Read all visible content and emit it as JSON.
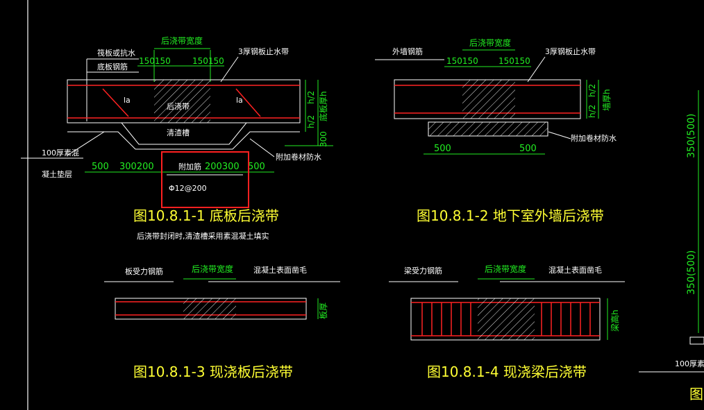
{
  "colors": {
    "background": "#000000",
    "linework": "#ffffff",
    "rebar": "#ff2222",
    "dimension": "#22ee22",
    "title": "#ffff33",
    "selection": "#ff2020"
  },
  "fig1": {
    "band_width": "后浇带宽度",
    "raft_label": "筏板或抗水",
    "bottom_rebar": "底板钢筋",
    "dim_150_150_left": "150150",
    "dim_150_150_right": "150150",
    "steel_waterstop": "3厚钢板止水带",
    "lap": "la",
    "post_pour": "后浇带",
    "h_half_1": "h/2",
    "h_half_2": "h/2",
    "thickness": "底板厚h",
    "trough": "清渣槽",
    "dim_300": "300",
    "concrete_cushion_1": "100厚素混",
    "concrete_cushion_2": "凝土垫层",
    "extra_rebar": "附加筋",
    "dim_500_left": "500",
    "dim_300_200": "300200",
    "dim_200_300": "200300",
    "dim_500_right": "500",
    "membrane": "附加卷材防水",
    "rebar_spec": "Φ12@200",
    "title": "图10.8.1-1  底板后浇带",
    "note": "后浇带封闭时,清渣槽采用素混凝土填实"
  },
  "fig2": {
    "outer_rebar": "外墙钢筋",
    "band_width": "后浇带宽度",
    "dim_150_150_left": "150150",
    "dim_150_150_right": "150150",
    "steel_waterstop": "3厚钢板止水带",
    "h_half_1": "h/2",
    "h_half_2": "h/2",
    "thickness": "墙厚h",
    "membrane": "附加卷材防水",
    "dim_500_left": "500",
    "dim_500_right": "500",
    "title": "图10.8.1-2  地下室外墙后浇带"
  },
  "fig3": {
    "slab_rebar": "板受力钢筋",
    "band_width": "后浇带宽度",
    "roughen": "混凝土表面凿毛",
    "thickness": "板厚",
    "title": "图10.8.1-3  现浇板后浇带"
  },
  "fig4": {
    "beam_rebar": "梁受力钢筋",
    "band_width": "后浇带宽度",
    "roughen": "混凝土表面凿毛",
    "height": "梁高h",
    "title": "图10.8.1-4  现浇梁后浇带"
  },
  "side": {
    "dim_upper": "350(500)",
    "dim_lower": "350(500)",
    "cushion": "100厚素",
    "title_partial": "图"
  }
}
